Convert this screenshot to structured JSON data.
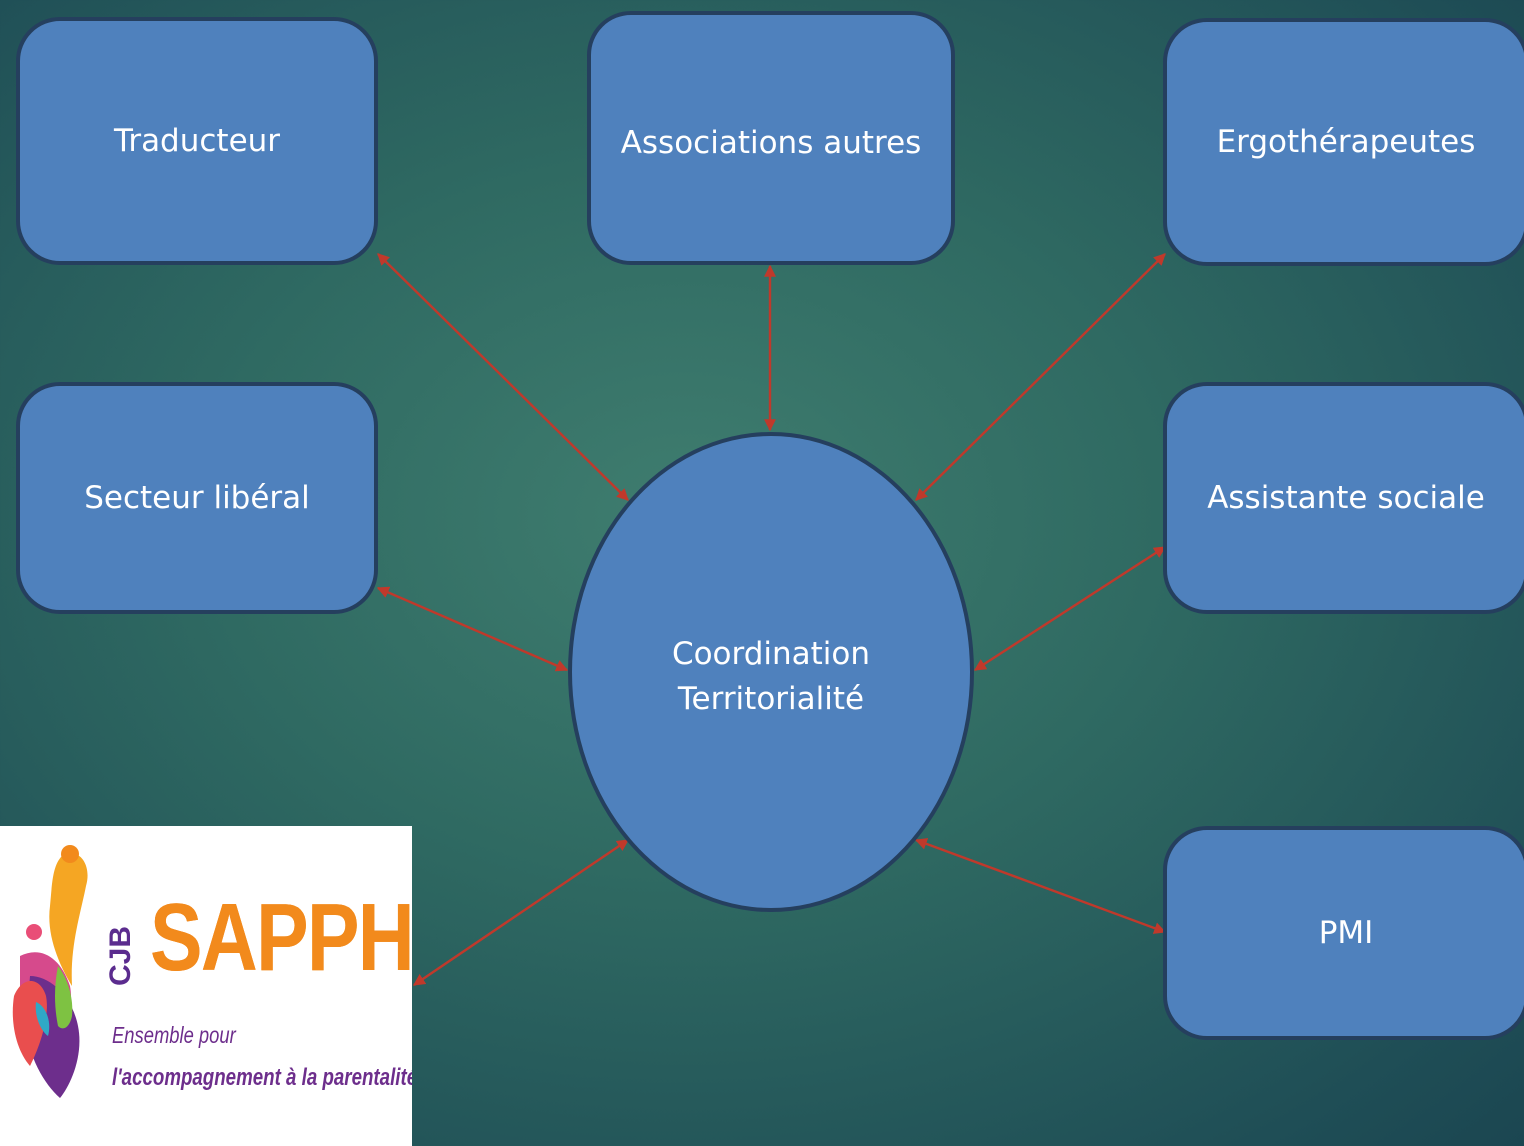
{
  "diagram": {
    "center_line1": "Coordination",
    "center_line2": "Territorialité",
    "nodes": {
      "traducteur": "Traducteur",
      "associations": "Associations autres",
      "ergo": "Ergothérapeutes",
      "liberal": "Secteur libéral",
      "assistante": "Assistante sociale",
      "pmi": "PMI"
    },
    "arrow_color": "#c0392b"
  },
  "logo": {
    "prefix": "CJB",
    "brand": "SAPPH",
    "tagline_line1": "Ensemble pour",
    "tagline_line2": "l'accompagnement à la parentalité"
  }
}
